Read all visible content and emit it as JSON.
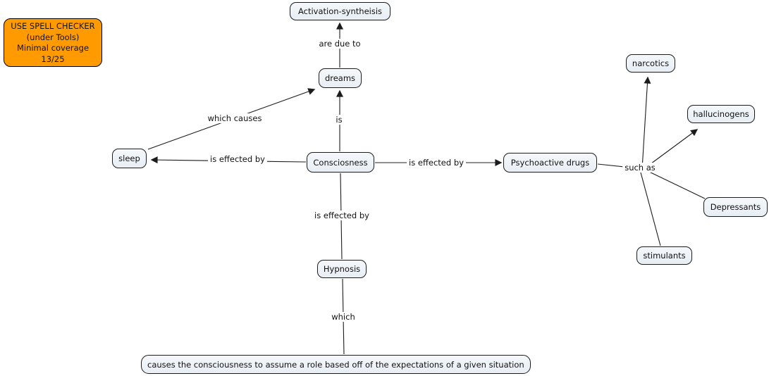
{
  "note": {
    "line1": "USE SPELL CHECKER",
    "line2": "(under Tools)",
    "line3": "Minimal coverage",
    "line4": "13/25"
  },
  "nodes": {
    "activation": {
      "label": "Activation-syntheisis"
    },
    "dreams": {
      "label": "dreams"
    },
    "sleep": {
      "label": "sleep"
    },
    "consciousness": {
      "label": "Consciosness"
    },
    "psychoactive": {
      "label": "Psychoactive drugs"
    },
    "narcotics": {
      "label": "narcotics"
    },
    "hallucinogens": {
      "label": "hallucinogens"
    },
    "depressants": {
      "label": "Depressants"
    },
    "stimulants": {
      "label": "stimulants"
    },
    "hypnosis": {
      "label": "Hypnosis"
    },
    "statement": {
      "label": "causes the consciousness to assume a role based off of the expectations of a given situation"
    }
  },
  "edges": {
    "are_due_to": "are due to",
    "is": "is",
    "which_causes": "which causes",
    "is_effected_by_sleep": "is effected by",
    "is_effected_by_drugs": "is effected by",
    "such_as": "such as",
    "is_effected_by_hypnosis": "is effected by",
    "which": "which"
  },
  "colors": {
    "node_fill": "#edf3f7",
    "node_border": "#1c1c1c",
    "line": "#1c1c1c",
    "note_fill": "#ff9a00",
    "background": "#ffffff"
  }
}
